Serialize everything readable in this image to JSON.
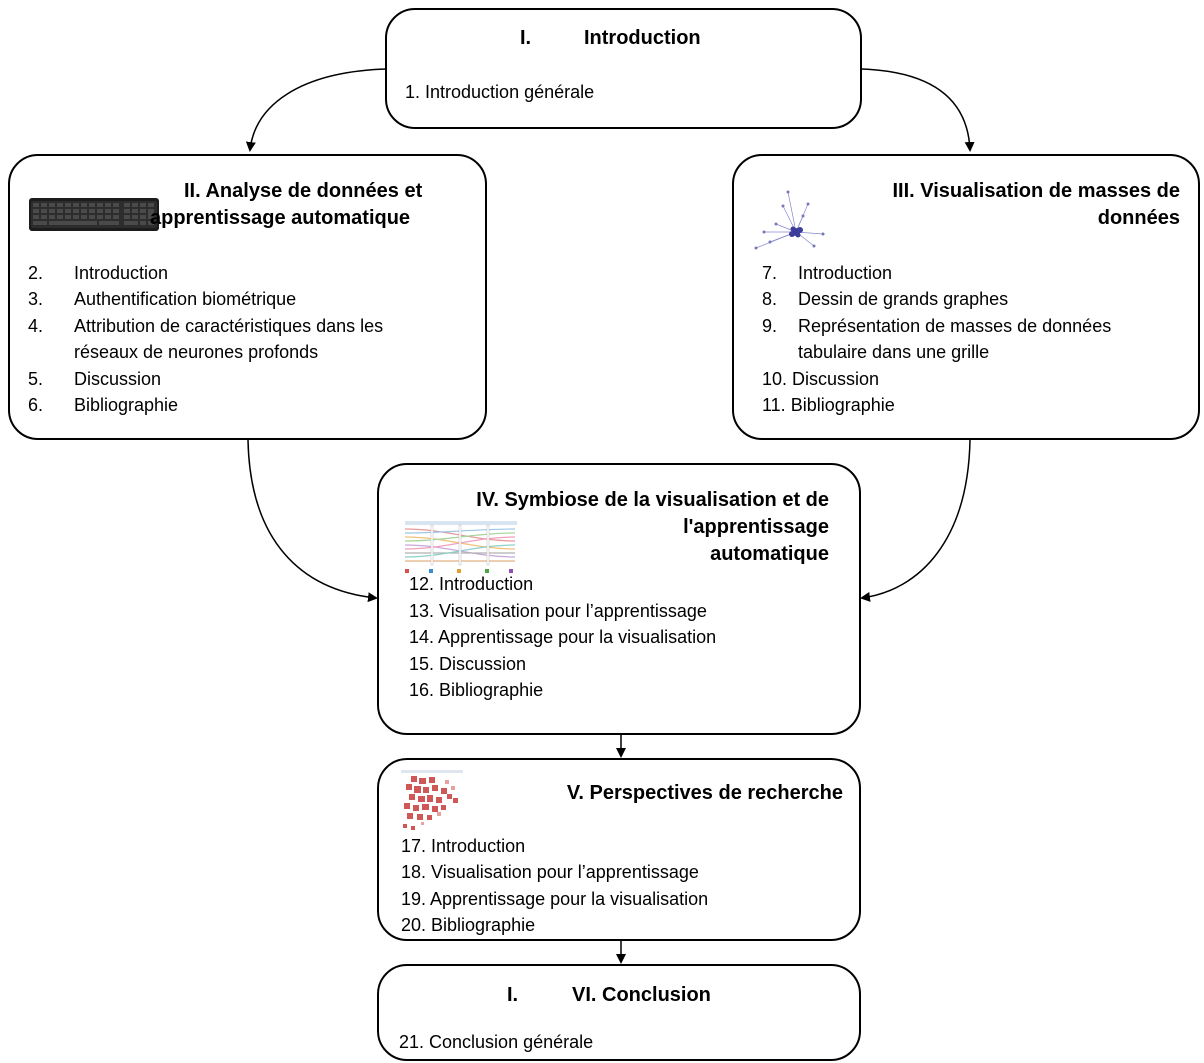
{
  "intro": {
    "title_num": "I.",
    "title": "Introduction",
    "items": [
      {
        "label": "1. Introduction générale"
      }
    ]
  },
  "section2": {
    "title_line1": "II. Analyse de données et",
    "title_line2": "apprentissage automatique",
    "items": [
      {
        "num": "2.",
        "label": "Introduction"
      },
      {
        "num": "3.",
        "label": "Authentification biométrique"
      },
      {
        "num": "4.",
        "label": "Attribution de caractéristiques dans les"
      },
      {
        "num": "",
        "label": "réseaux de neurones profonds"
      },
      {
        "num": "5.",
        "label": "Discussion"
      },
      {
        "num": "6.",
        "label": "Bibliographie"
      }
    ]
  },
  "section3": {
    "title_line1": "III. Visualisation de masses de",
    "title_line2": "données",
    "items": [
      {
        "num": "7.",
        "label": "Introduction"
      },
      {
        "num": "8.",
        "label": "Dessin de grands graphes"
      },
      {
        "num": "9.",
        "label": "Représentation de masses de données"
      },
      {
        "num": "",
        "label": "tabulaire dans une grille"
      },
      {
        "num": "",
        "label": "10. Discussion"
      },
      {
        "num": "",
        "label": "11. Bibliographie"
      }
    ]
  },
  "section4": {
    "title_line1": "IV. Symbiose de la visualisation et de",
    "title_line2": "l'apprentissage",
    "title_line3": "automatique",
    "items": [
      {
        "label": "12. Introduction"
      },
      {
        "label": "13. Visualisation pour l’apprentissage"
      },
      {
        "label": "14. Apprentissage pour la visualisation"
      },
      {
        "label": "15. Discussion"
      },
      {
        "label": "16. Bibliographie"
      }
    ]
  },
  "section5": {
    "title": "V. Perspectives de recherche",
    "items": [
      {
        "label": "17. Introduction"
      },
      {
        "label": "18. Visualisation pour l’apprentissage"
      },
      {
        "label": "19. Apprentissage pour la visualisation"
      },
      {
        "label": "20. Bibliographie"
      }
    ]
  },
  "conclusion": {
    "title_num": "I.",
    "title": "VI. Conclusion",
    "items": [
      {
        "label": "21. Conclusion générale"
      }
    ]
  }
}
